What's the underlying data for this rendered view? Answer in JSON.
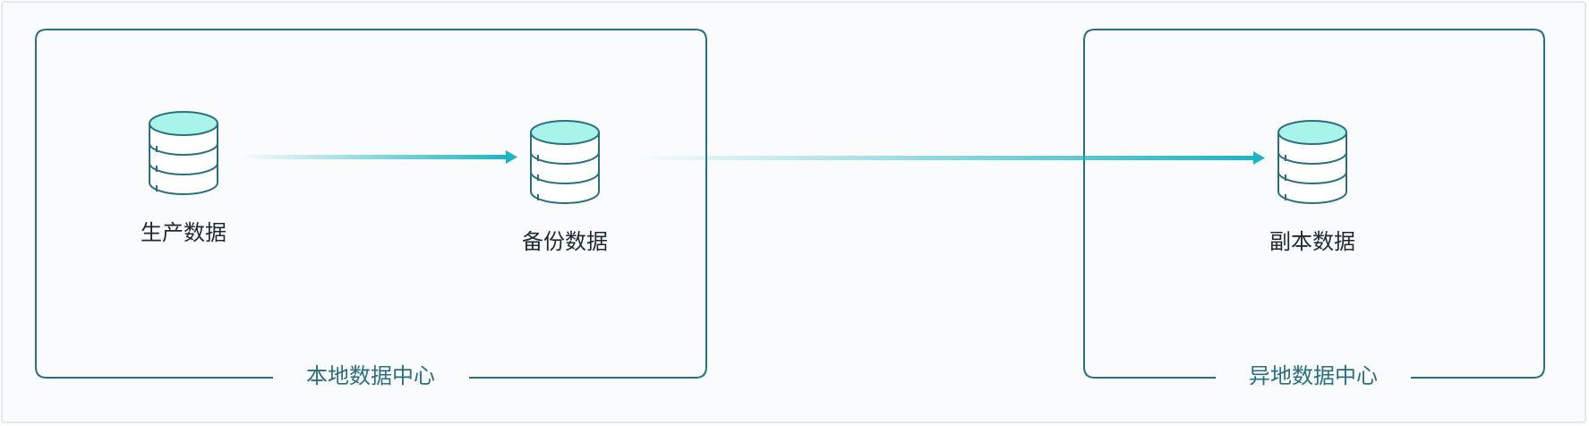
{
  "groups": {
    "local": {
      "label": "本地数据中心"
    },
    "remote": {
      "label": "异地数据中心"
    }
  },
  "nodes": {
    "production": {
      "label": "生产数据",
      "icon": "database-icon"
    },
    "backup": {
      "label": "备份数据",
      "icon": "database-icon"
    },
    "replica": {
      "label": "副本数据",
      "icon": "database-icon"
    }
  },
  "colors": {
    "border": "#2a6f80",
    "db_stroke": "#2a6f80",
    "db_top_fill": "#a8f4ea",
    "arrow": "#1cb5c4",
    "background": "#f9fbfc"
  }
}
